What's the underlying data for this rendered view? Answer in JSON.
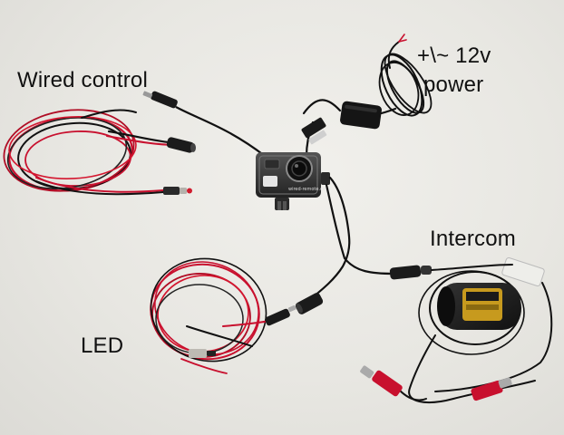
{
  "labels": {
    "wired_control": "Wired control",
    "power_line1": "+\\~ 12v",
    "power_line2": "power",
    "intercom": "Intercom",
    "led": "LED"
  },
  "camera": {
    "case_text": "wired-remote.com"
  },
  "colors": {
    "background": "#e9e8e4",
    "wire_red": "#c8102e",
    "wire_black": "#111111",
    "camera_body": "#2b2b2b",
    "intercom_body": "#1e1e1e",
    "intercom_label": "#c79a1e"
  }
}
